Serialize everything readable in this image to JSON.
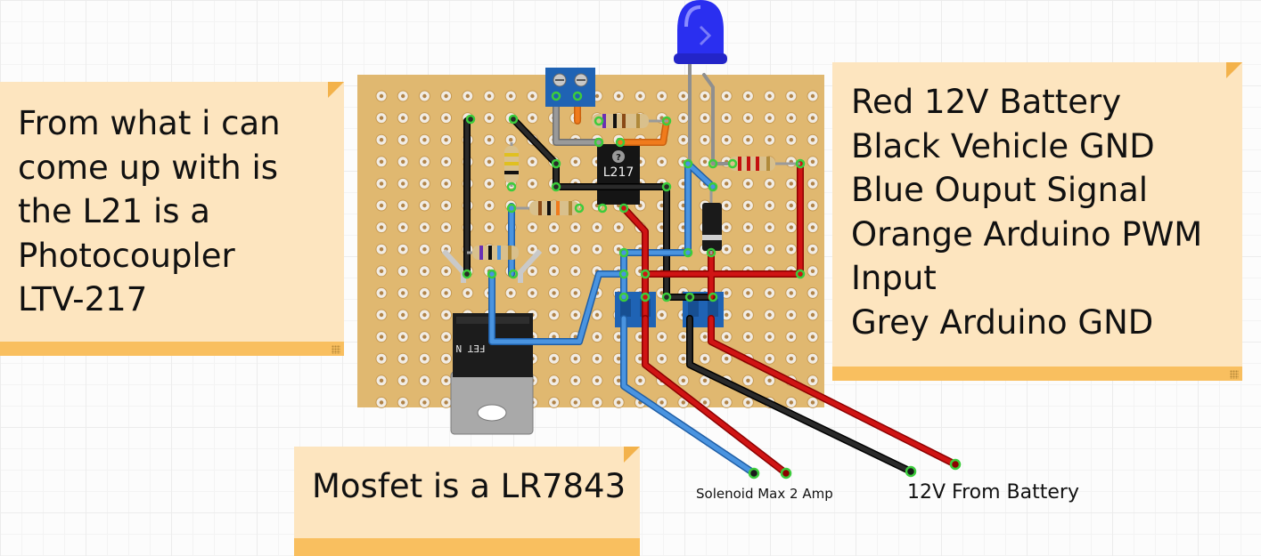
{
  "notes": {
    "left": "From what i can\ncome up with is\nthe L21 is a\nPhotocoupler\nLTV-217",
    "right": "Red 12V Battery\nBlack Vehicle GND\nBlue Ouput Signal\nOrange Arduino PWM\nInput\nGrey Arduino GND",
    "bottom": "Mosfet is a LR7843"
  },
  "labels": {
    "solenoid": "Solenoid Max 2 Amp",
    "battery": "12V From Battery",
    "chip": "L217",
    "chip_mark": "?",
    "fet": "FET N"
  },
  "colors": {
    "board": "#e0b870",
    "pad": "#f1ece4",
    "wire_red": "#c40f0f",
    "wire_black": "#1a1a1a",
    "wire_blue": "#3b86d6",
    "wire_orange": "#f07b1c",
    "wire_grey": "#8f8f8f",
    "led_blue": "#2a2ff0",
    "terminal_blue": "#1f63b4",
    "note_bg": "#fde5bf",
    "note_bar": "#f9bf5f"
  }
}
